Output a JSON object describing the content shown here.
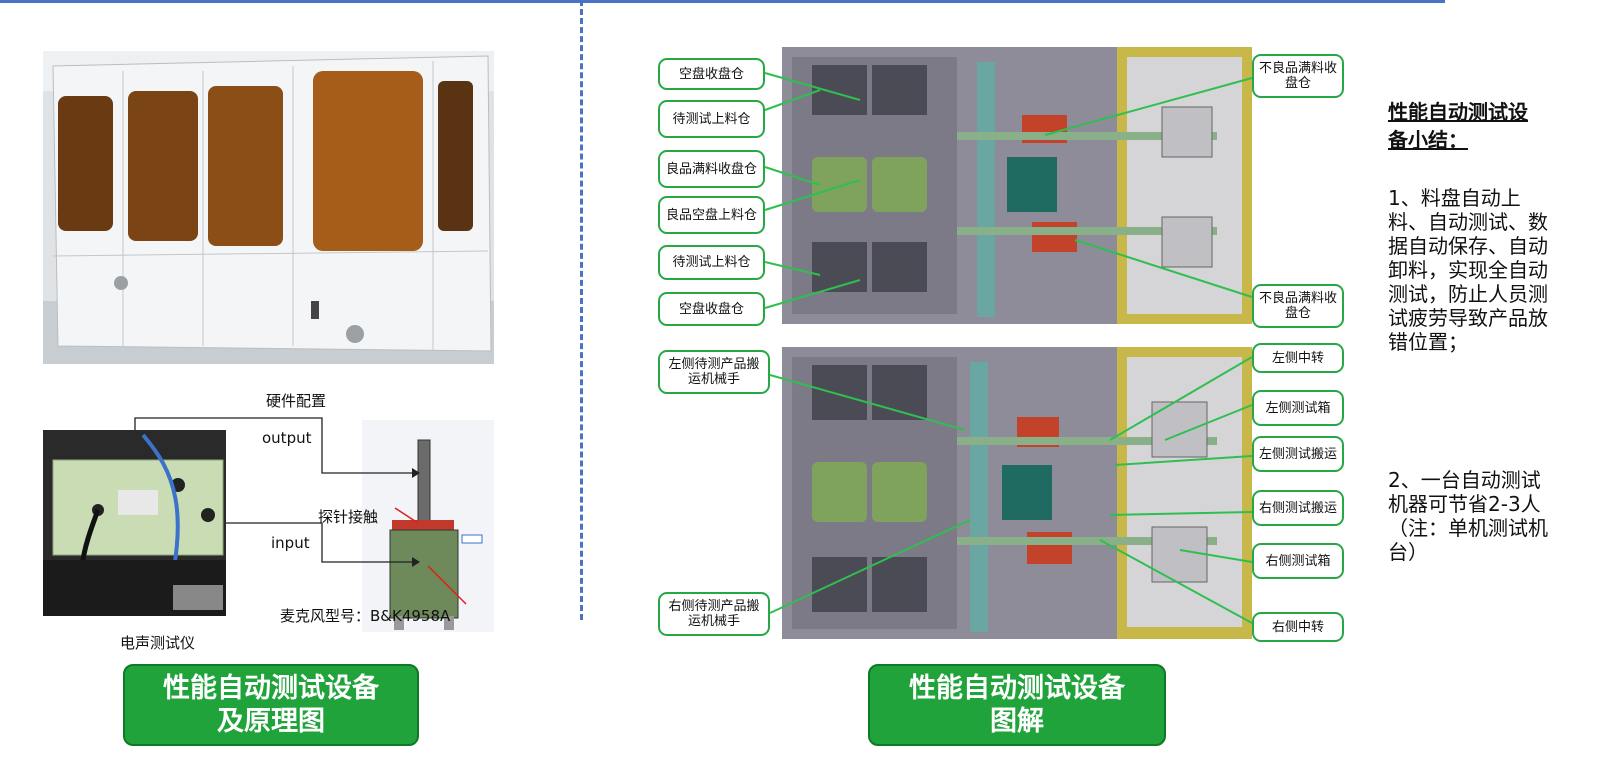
{
  "left": {
    "hardware_label": "硬件配置",
    "output_label": "output",
    "input_label": "input",
    "probe_label": "探针接触",
    "mic_label": "麦克风型号：B&K4958A",
    "analyzer_label": "电声测试仪",
    "caption_line1": "性能自动测试设备",
    "caption_line2": "及原理图"
  },
  "right": {
    "caption_line1": "性能自动测试设备",
    "caption_line2": "图解",
    "callouts_top": [
      "空盘收盘仓",
      "待测试上料仓",
      "良品满料收盘仓",
      "良品空盘上料仓",
      "待测试上料仓",
      "空盘收盘仓",
      "不良品满料收盘仓",
      "不良品满料收盘仓"
    ],
    "callouts_bottom": [
      "左侧待测产品搬运机械手",
      "右侧待测产品搬运机械手",
      "左侧中转",
      "左侧测试箱",
      "左侧测试搬运",
      "右侧测试搬运",
      "右侧测试箱",
      "右侧中转"
    ]
  },
  "summary": {
    "title": "性能自动测试设备小结：",
    "point1": "1、料盘自动上料、自动测试、数据自动保存、自动卸料，实现全自动测试，防止人员测试疲劳导致产品放错位置；",
    "point2": "2、一台自动测试机器可节省2-3人（注：单机测试机台）"
  },
  "colors": {
    "accent_blue": "#4a73c4",
    "button_green": "#1fa33a",
    "callout_green": "#28a745"
  }
}
